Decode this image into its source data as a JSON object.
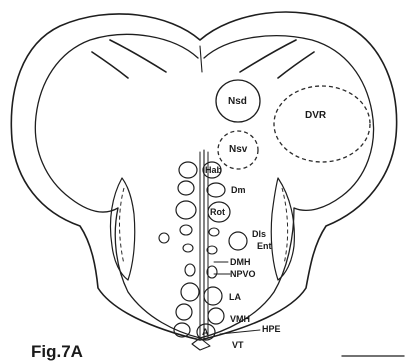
{
  "figure_label": "Fig.7A",
  "labels": {
    "nsd": "Nsd",
    "dvr": "DVR",
    "nsv": "Nsv",
    "hab": "Hab",
    "dm": "Dm",
    "rot": "Rot",
    "dls": "Dls",
    "ent": "Ent",
    "dmh": "DMH",
    "npvo": "NPVO",
    "la": "LA",
    "vmh": "VMH",
    "a": "A",
    "hpe": "HPE",
    "vt": "VT"
  }
}
